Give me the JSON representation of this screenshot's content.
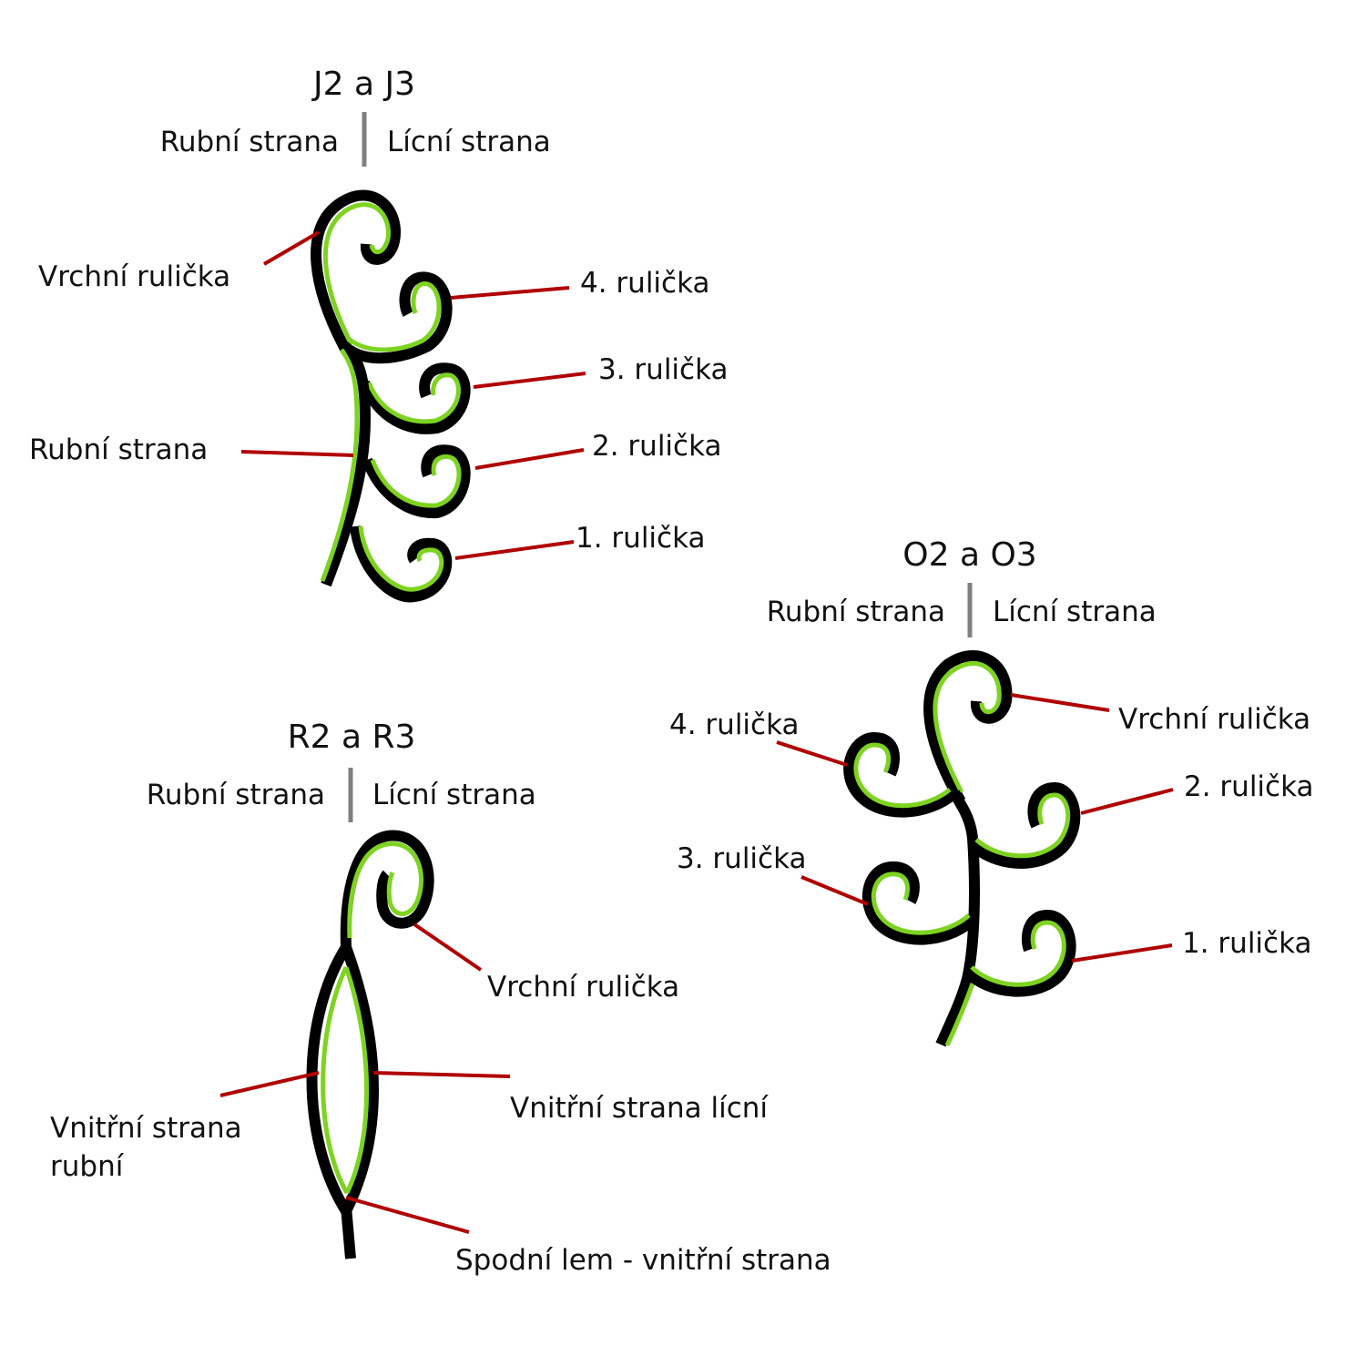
{
  "colors": {
    "outline": "#000000",
    "inner_side": "#7ed321",
    "leader": "#b00000",
    "divider": "#808080"
  },
  "j2": {
    "title": "J2 a J3",
    "left_side": "Rubní strana",
    "right_side": "Lícní strana",
    "labels": {
      "top_curl": "Vrchní rulička",
      "curl4": "4. rulička",
      "curl3": "3. rulička",
      "back": "Rubní strana",
      "curl2": "2. rulička",
      "curl1": "1. rulička"
    }
  },
  "o2": {
    "title": "O2 a O3",
    "left_side": "Rubní strana",
    "right_side": "Lícní strana",
    "labels": {
      "curl4": "4. rulička",
      "top_curl": "Vrchní rulička",
      "curl2": "2. rulička",
      "curl3": "3. rulička",
      "curl1": "1. rulička"
    }
  },
  "r2": {
    "title": "R2 a R3",
    "left_side": "Rubní strana",
    "right_side": "Lícní strana",
    "labels": {
      "top_curl": "Vrchní rulička",
      "inner_front": "Vnitřní strana lícní",
      "inner_back_line1": "Vnitřní strana",
      "inner_back_line2": "rubní",
      "bottom_hem": "Spodní lem - vnitřní strana"
    }
  }
}
